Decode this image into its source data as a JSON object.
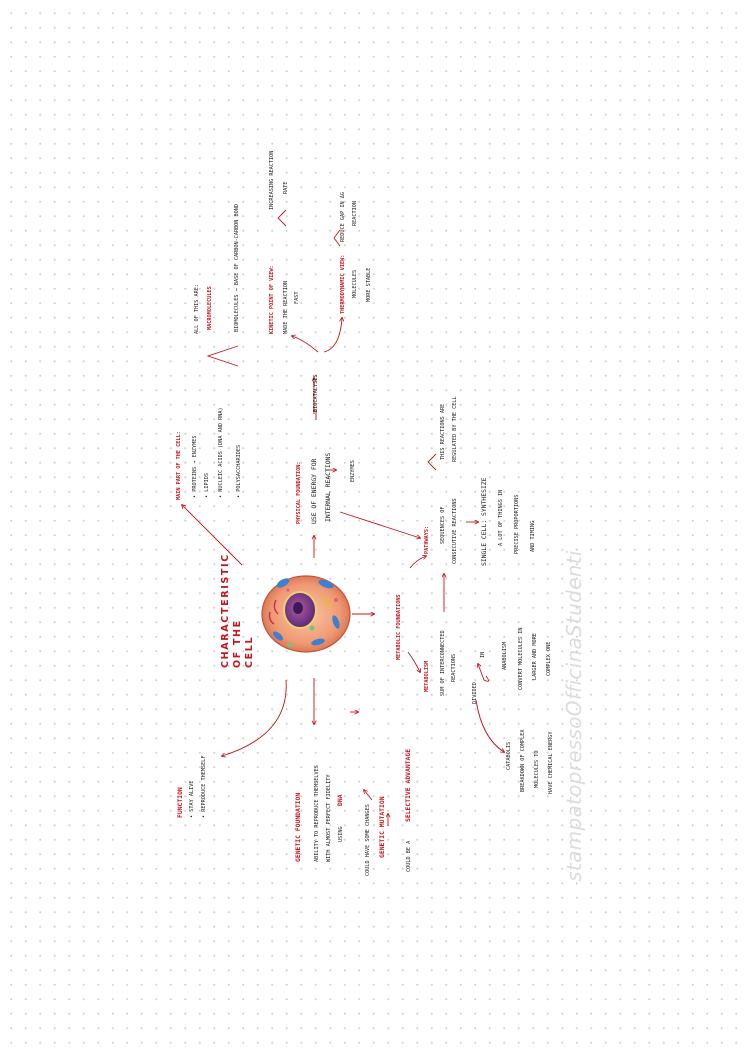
{
  "title": [
    "CHARACTERISTIC",
    "OF THE",
    "CELL"
  ],
  "function_box": {
    "heading": "FUNCTION",
    "items": [
      "• STAY ALIVE",
      "• REPRODUCE THEMSELF"
    ]
  },
  "genetic": {
    "heading": "GENETIC FOUNDATION",
    "lines": [
      "ABILITY TO REPRODUCE THEMSELVES",
      "WITH ALMOST PERFECT FIDELITY",
      "USING"
    ],
    "dna": "DNA",
    "changes": "COULD HAVE SOME CHANGES",
    "mutation": "GENETIC MUTATION",
    "could_be": "COULD BE A",
    "advantage": "SELECTIVE ADVANTAGE"
  },
  "metabolic": {
    "heading": "METABOLIC FOUNDATIONS",
    "metabolism": "METABOLISM",
    "sum": [
      "SUM OF INTERCONNECTED",
      "REACTIONS"
    ],
    "divided": "DIVIDED",
    "in": "IN",
    "catabolism": [
      "CATABOLIS",
      "BREAKDOWN OF COMPLEX",
      "MOLECULES TO",
      "HAVE CHEMICAL ENERGY"
    ],
    "anabolism": [
      "ANABOLISM",
      "CONVERT MOLECULES IN",
      "LARGER AND MORE",
      "COMPLEX ONE"
    ],
    "pathways": "PATHWAYS:",
    "sequences": [
      "SEQUENCES OF",
      "CONSECUTIVE REACTIONS"
    ],
    "regulated": [
      "THIS REACTIONS ARE",
      "REGULATED BY THE CELL"
    ],
    "synthesize": [
      "SINGLE CELL: SYNTHESIZE",
      "A LOT OF THINGS IN",
      "PRECISE PROPORTIONS",
      "AND TIMING"
    ]
  },
  "physical": {
    "heading": "PHYSICAL FOUNDATION:",
    "lines": [
      "USE OF ENERGY FOR",
      "INTERNAL REACTIONS"
    ],
    "enzymes": "ENZYMES",
    "biocatalysis": "BIOCATALYSIS"
  },
  "main_part": {
    "heading": "MAIN PART OF THE CELL:",
    "items": [
      "• PROTEINS → ENZYMES",
      "• LIPIDS",
      "• NUCLEIC ACIDS (DNA AND RNA)",
      "• POLYSACCHARIDES"
    ],
    "all_are": "ALL OF THIS ARE:",
    "macro": "MACROMOLECULES",
    "biomolecules": "BIOMOLECULES → BASE OF CARBON-CARBON BOND"
  },
  "kinetic": {
    "heading": "KINETIC POINT OF VIEW:",
    "lines": [
      "MADE THE REACTION",
      "FAST"
    ],
    "increasing": [
      "INCREASING REACTION",
      "RATE"
    ]
  },
  "thermo": {
    "heading": "THERMODYNAMIC VIEW:",
    "lines": [
      "MOLECULES",
      "MORE STABLE"
    ],
    "reduce": [
      "REDUCE GAP IN ΔG",
      "REACTION"
    ]
  },
  "watermark": "stampatopressoOfficinaStudenti",
  "colors": {
    "accent": "#c4161c",
    "ink": "#1a1a1a",
    "watermark": "#dcdcdc"
  }
}
